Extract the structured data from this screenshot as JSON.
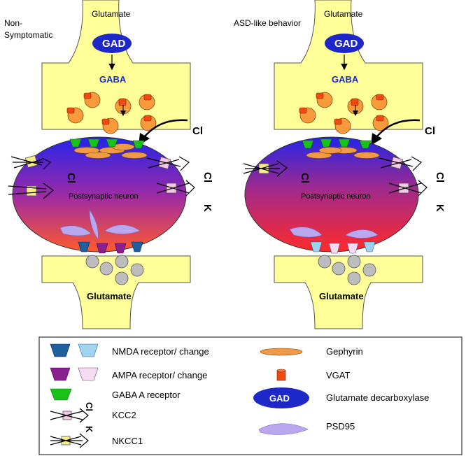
{
  "panels": [
    {
      "title": "Non-\nSymptomatic",
      "top_glutamate": "Glutamate",
      "gad": "GAD",
      "gaba": "GABA",
      "cl_outside": "Cl",
      "cl_left": "Cl",
      "cl_right": "Cl",
      "k_right": "K",
      "neuron": "Postsynaptic neuron",
      "bottom_glutamate": "Glutamate"
    },
    {
      "title": "ASD-like behavior",
      "top_glutamate": "Glutamate",
      "gad": "GAD",
      "gaba": "GABA",
      "cl_outside": "Cl",
      "cl_left": "Cl",
      "cl_right": "Cl",
      "k_right": "K",
      "neuron": "Postsynaptic neuron",
      "bottom_glutamate": "Glutamate"
    }
  ],
  "legend": {
    "nmda": "NMDA receptor/ change",
    "ampa": "AMPA receptor/ change",
    "gabaa": "GABA A receptor",
    "kcc2": "KCC2",
    "kcc2_cl": "Cl",
    "kcc2_k": "K",
    "nkcc1": "NKCC1",
    "gephyrin": "Gephyrin",
    "vgat": "VGAT",
    "gad_icon": "GAD",
    "gad": "Glutamate decarboxylase",
    "psd95": "PSD95"
  },
  "colors": {
    "terminal": "#ffff99",
    "nmda": "#1f5fa0",
    "nmda_change": "#9fd3f0",
    "ampa": "#8a1f8f",
    "ampa_change": "#f6dcf2",
    "gabaa": "#19c21b",
    "gephyrin": "#f09a45",
    "vgat": "#f04a10",
    "gad": "#1e28c8",
    "psd95": "#b9a8f0",
    "neuron_top": "#2828e6",
    "neuron_bottom": "#ff5030"
  }
}
